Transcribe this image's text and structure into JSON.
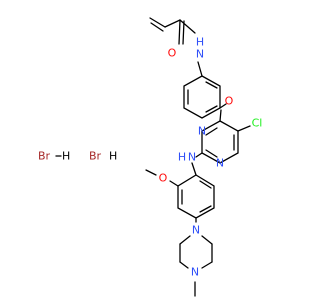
{
  "atoms": {
    "amide_n": "N",
    "amide_h": "H",
    "carbonyl_o": "O",
    "ether_o": "O",
    "chloro": "Cl",
    "pyr_n1": "N",
    "pyr_n2": "N",
    "amine_n": "N",
    "amine_h": "H",
    "methoxy_o": "O",
    "pip_n1": "N",
    "pip_n2": "N"
  },
  "counter_ions": [
    {
      "label": "Br",
      "h": "H"
    },
    {
      "label": "Br",
      "h": "H"
    }
  ],
  "colors": {
    "bond": "#000000",
    "nitrogen": "#3050F8",
    "oxygen": "#FF0D0D",
    "chlorine": "#1FF01F",
    "bromine": "#A62929",
    "carbon": "#000000"
  }
}
